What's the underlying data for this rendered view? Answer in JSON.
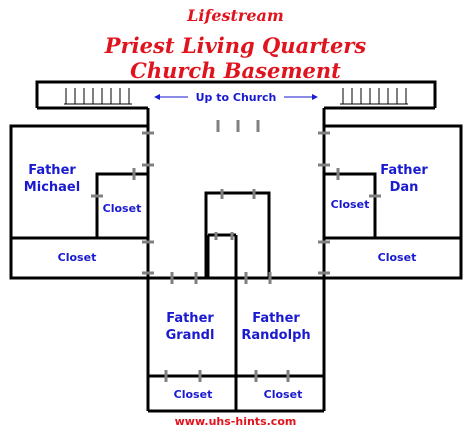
{
  "titles": {
    "line1": "Lifestream",
    "line2": "Priest Living Quarters",
    "line3": "Church Basement"
  },
  "stairs_label": "Up to Church",
  "rooms": {
    "father_michael": [
      "Father",
      "Michael"
    ],
    "father_dan": [
      "Father",
      "Dan"
    ],
    "father_grandl": [
      "Father",
      "Grandl"
    ],
    "father_randolph": [
      "Father",
      "Randolph"
    ],
    "closet": "Closet"
  },
  "footer": "www.uhs-hints.com",
  "colors": {
    "title": "#e0141e",
    "room_label": "#1a1ad0",
    "walls": "#000000",
    "doors": "#808080"
  }
}
